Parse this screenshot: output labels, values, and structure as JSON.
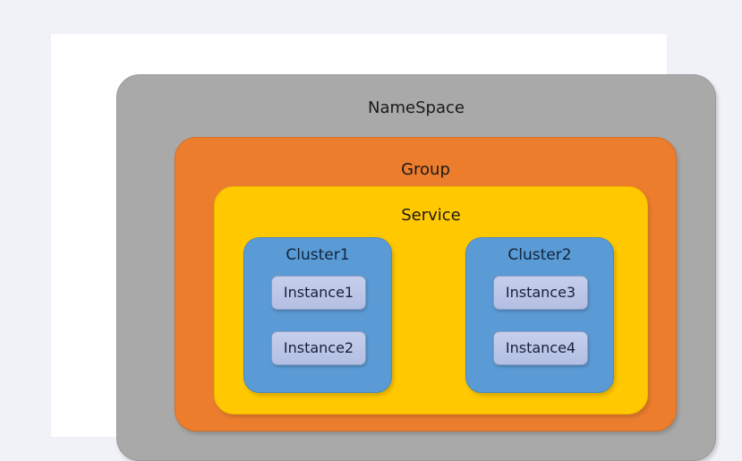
{
  "diagram": {
    "title": "NameSpace",
    "background_color": "#f1f2f7",
    "canvas_color": "#ffffff",
    "layers": {
      "namespace": {
        "label": "NameSpace",
        "color": "#a9a9a9"
      },
      "group": {
        "label": "Group",
        "color": "#ec7d2d"
      },
      "service": {
        "label": "Service",
        "color": "#ffc800"
      }
    },
    "clusters": [
      {
        "label": "Cluster1",
        "color": "#5b9bd5",
        "instances": [
          {
            "label": "Instance1",
            "color": "#b9c4e6"
          },
          {
            "label": "Instance2",
            "color": "#b9c4e6"
          }
        ]
      },
      {
        "label": "Cluster2",
        "color": "#5b9bd5",
        "instances": [
          {
            "label": "Instance3",
            "color": "#b9c4e6"
          },
          {
            "label": "Instance4",
            "color": "#b9c4e6"
          }
        ]
      }
    ]
  }
}
